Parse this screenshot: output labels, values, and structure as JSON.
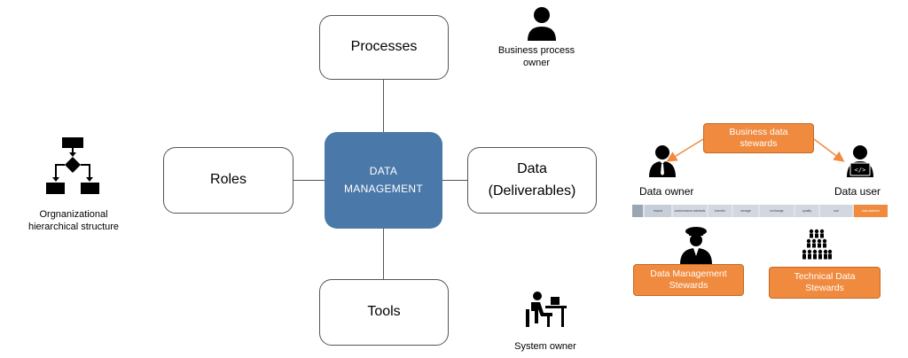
{
  "nodes": {
    "processes": "Processes",
    "roles": "Roles",
    "data_line1": "Data",
    "data_line2": "(Deliverables)",
    "tools": "Tools",
    "center_line1": "DATA",
    "center_line2": "MANAGEMENT"
  },
  "captions": {
    "business_process_owner_l1": "Business process",
    "business_process_owner_l2": "owner",
    "system_owner": "System owner",
    "org_l1": "Orgnanizational",
    "org_l2": "hierarchical structure"
  },
  "right_panel": {
    "business_data_stewards_l1": "Business data",
    "business_data_stewards_l2": "stewards",
    "data_owner": "Data owner",
    "data_user": "Data user",
    "dm_stewards_l1": "Data Management",
    "dm_stewards_l2": "Stewards",
    "tech_stewards_l1": "Technical Data",
    "tech_stewards_l2": "Stewards",
    "pipeline_stages": [
      "import",
      "conformance artefacts",
      "transfer",
      "storage",
      "exchange",
      "quality",
      "use"
    ],
    "pipeline_end": "data platform"
  },
  "colors": {
    "center": "#4a78a8",
    "steward_box": "#ef8a3e",
    "arrow": "#ef8a3e"
  },
  "icons": [
    "person-icon",
    "org-chart-icon",
    "desk-worker-icon",
    "businessman-icon",
    "laptop-user-icon",
    "officer-icon",
    "crowd-icon"
  ]
}
